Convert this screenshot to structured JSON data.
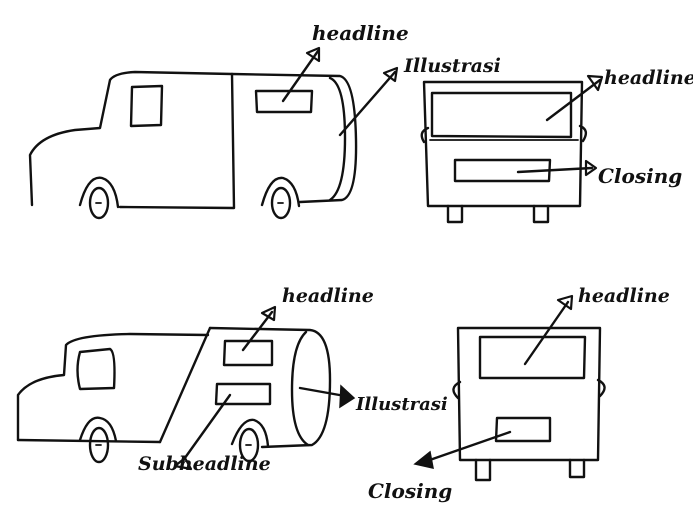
{
  "sketch1": {
    "label_headline": "headline",
    "label_illustration": "Illustrasi"
  },
  "sketch2": {
    "label_headline": "headline",
    "label_closing": "Closing"
  },
  "sketch3": {
    "label_headline": "headline",
    "label_subheadline": "Subheadline",
    "label_illustration": "Illustrasi"
  },
  "sketch4": {
    "label_headline": "headline",
    "label_closing": "Closing"
  }
}
